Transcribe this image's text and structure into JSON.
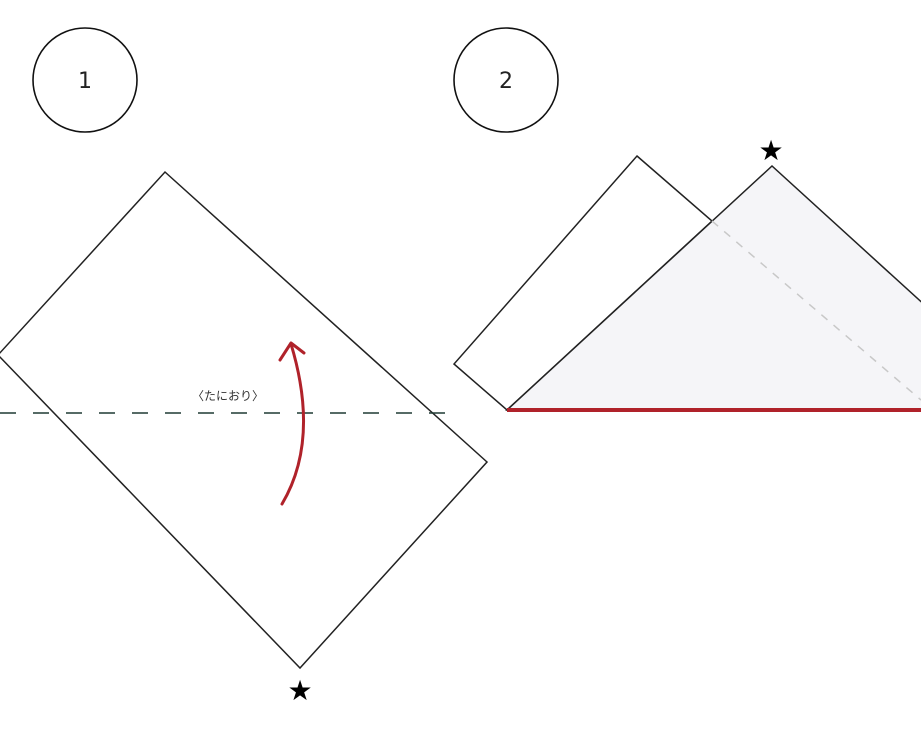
{
  "steps": [
    {
      "number": "1",
      "fold_label": "〈たにおり〉"
    },
    {
      "number": "2"
    }
  ],
  "marks": {
    "star": "★"
  },
  "colors": {
    "line": "#222222",
    "arrow": "#b0222a",
    "fold_line": "#1f3a33",
    "shade": "#f5f5f8",
    "guide": "#c8c8c8"
  }
}
